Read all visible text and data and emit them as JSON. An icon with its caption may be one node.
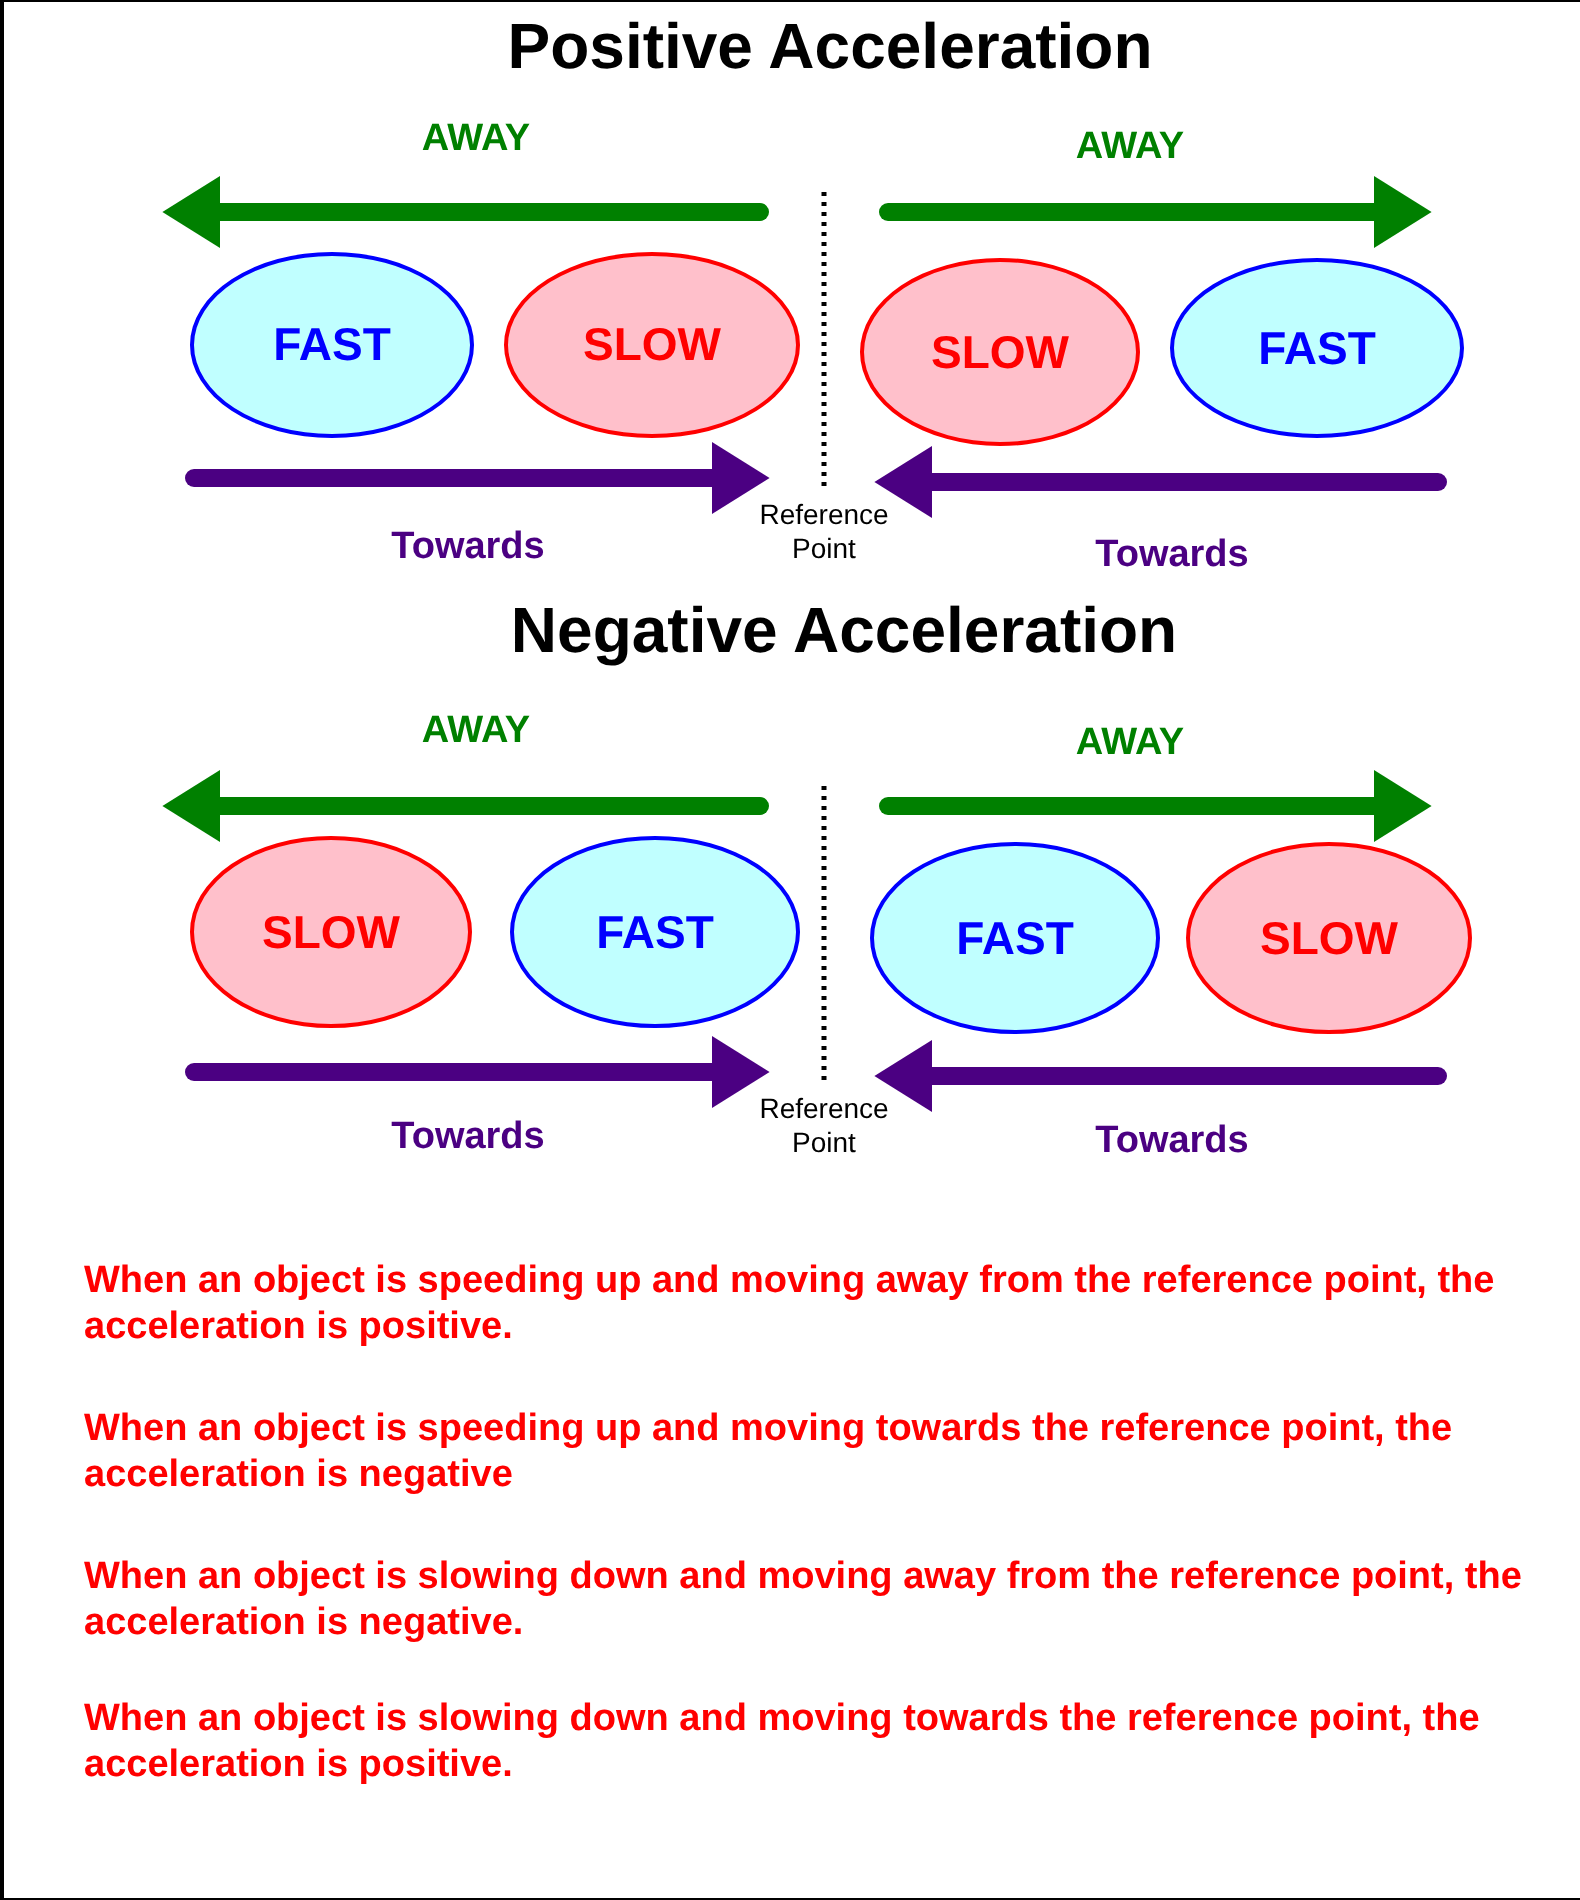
{
  "diagram": {
    "nodes": [
      {
        "text": [
          "FAST"
        ]
      },
      {
        "text": [
          "SLOW"
        ]
      },
      {
        "text": [
          "SLOW"
        ]
      },
      {
        "text": [
          "FAST"
        ]
      },
      {
        "text": [
          "SLOW"
        ]
      },
      {
        "text": [
          "FAST"
        ]
      },
      {
        "text": [
          "FAST"
        ]
      },
      {
        "text": [
          "SLOW"
        ]
      }
    ],
    "edges": [],
    "labels": [
      "Positive Acceleration",
      "AWAY",
      "AWAY",
      "Towards",
      "Reference Point",
      "Towards",
      "Negative Acceleration",
      "AWAY",
      "AWAY",
      "Towards",
      "Reference Point",
      "Towards",
      "When an object is speeding up and moving away from the reference point, the acceleration is positive.",
      "When an object is speeding up and moving towards the reference point, the acceleration is negative",
      "When an object is slowing down and moving away from the reference point, the acceleration is negative.",
      "When an object is slowing down and moving towards the reference point, the acceleration is positive."
    ]
  }
}
